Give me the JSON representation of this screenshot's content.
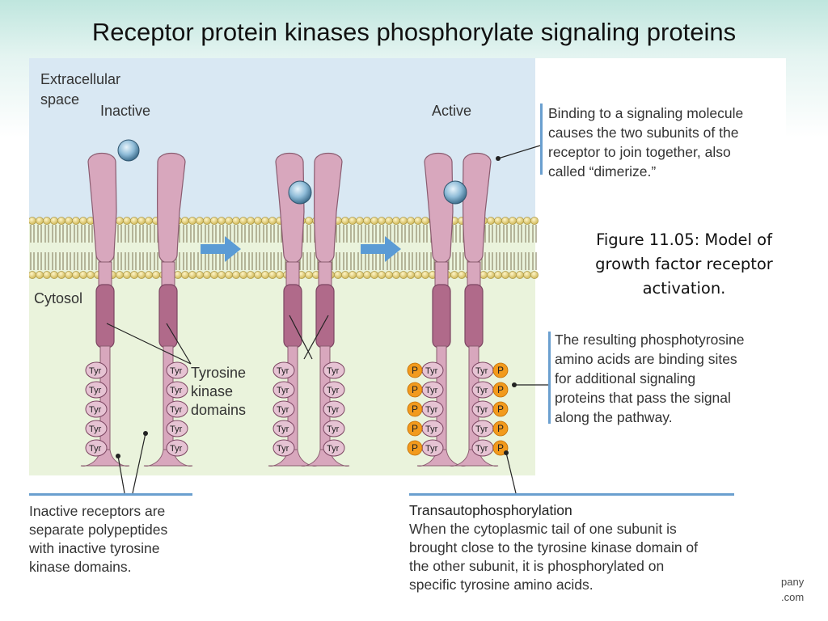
{
  "slide": {
    "title": "Receptor protein kinases phosphorylate signaling proteins",
    "caption": "Figure 11.05: Model of growth factor receptor activation.",
    "corner_text_1": "pany",
    "corner_text_2": ".com"
  },
  "diagram": {
    "extracellular_label_1": "Extracellular",
    "extracellular_label_2": "space",
    "inactive_label": "Inactive",
    "active_label": "Active",
    "cytosol_label": "Cytosol",
    "tyrosine_label_1": "Tyrosine",
    "tyrosine_label_2": "kinase",
    "tyrosine_label_3": "domains",
    "tyr": "Tyr",
    "p": "P",
    "callout_binding": [
      "Binding to a signaling molecule",
      "causes the two subunits of the",
      "receptor to join together, also",
      "called “dimerize.”"
    ],
    "callout_phospho": [
      "The resulting phosphotyrosine",
      "amino acids are binding sites",
      "for additional signaling",
      "proteins that pass the signal",
      "along the pathway."
    ],
    "callout_inactive": [
      "Inactive receptors are",
      "separate polypeptides",
      "with inactive tyrosine",
      "kinase domains."
    ],
    "trans_title": "Transautophosphorylation",
    "trans_text": [
      "When the cytoplasmic tail of one subunit is",
      "brought close to the tyrosine kinase domain of",
      "the other subunit, it is phosphorylated on",
      "specific tyrosine amino acids."
    ],
    "colors": {
      "extracellular": "#d9e8f3",
      "cytosol": "#eaf3dc",
      "receptor": "#d8a7bd",
      "kinase": "#b06a8a",
      "phosphate": "#f29a1d",
      "arrow": "#5b9bd5",
      "rule": "#6a9fcf"
    }
  }
}
